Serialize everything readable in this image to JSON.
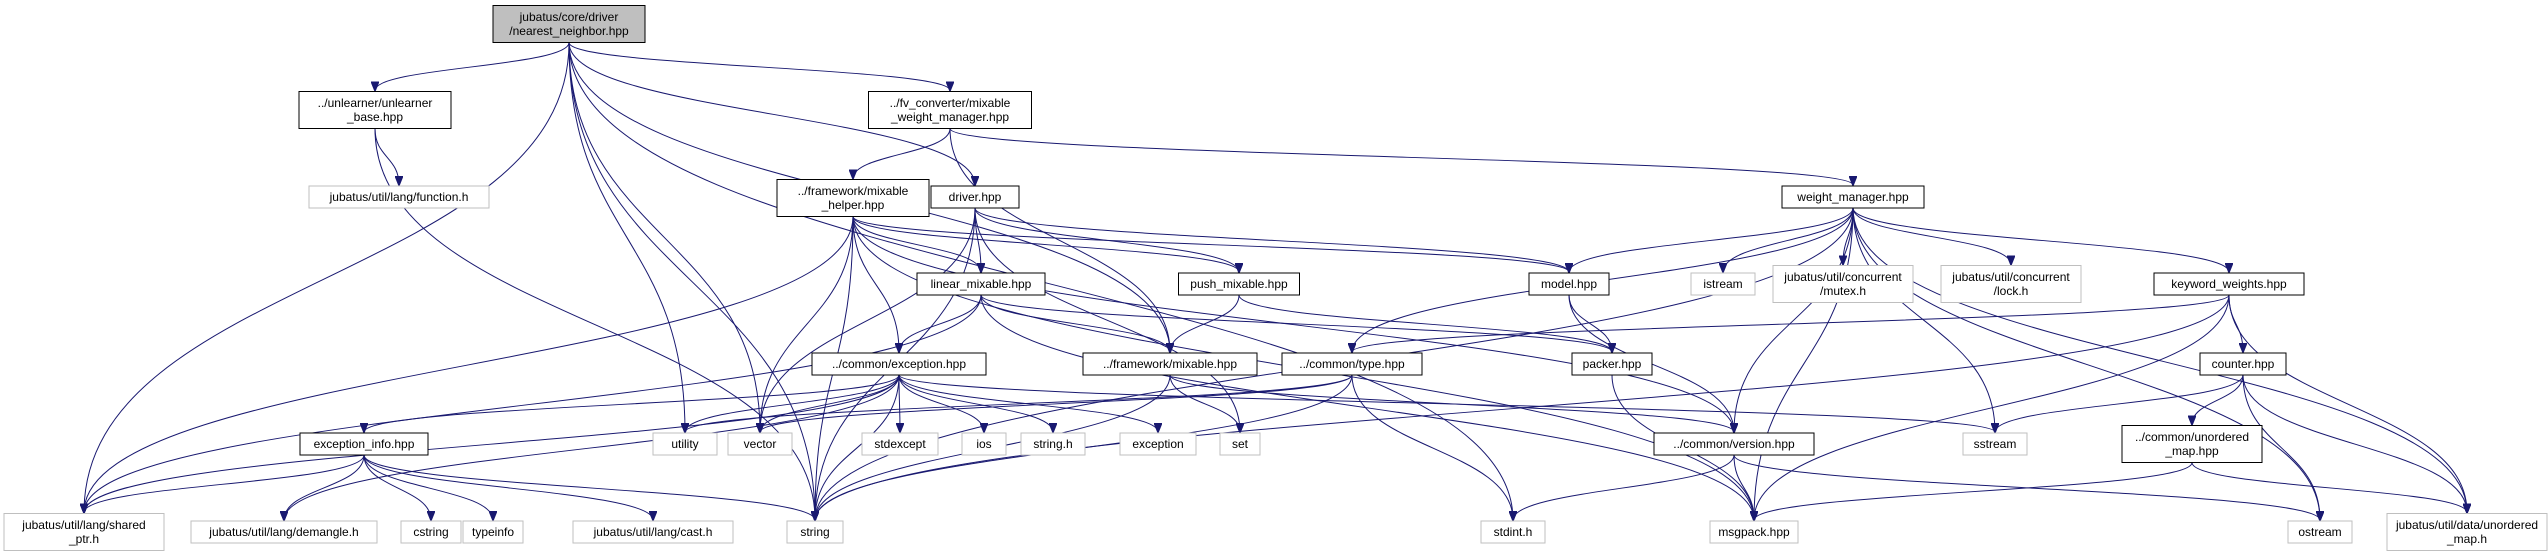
{
  "colors": {
    "edge": "#191970",
    "root_fill": "#bfbfbf",
    "root_border": "#000000",
    "local_border": "#000000",
    "external_border": "#bfbfbf",
    "text": "#000000"
  },
  "nodes": [
    {
      "id": "root",
      "kind": "root",
      "lines": [
        "jubatus/core/driver",
        "/nearest_neighbor.hpp"
      ]
    },
    {
      "id": "unlearner_base",
      "kind": "local",
      "lines": [
        "../unlearner/unlearner",
        "_base.hpp"
      ]
    },
    {
      "id": "mixable_weight_manager",
      "kind": "local",
      "lines": [
        "../fv_converter/mixable",
        "_weight_manager.hpp"
      ]
    },
    {
      "id": "function_h",
      "kind": "external",
      "lines": [
        "jubatus/util/lang/function.h"
      ]
    },
    {
      "id": "mixable_helper",
      "kind": "local",
      "lines": [
        "../framework/mixable",
        "_helper.hpp"
      ]
    },
    {
      "id": "driver_hpp",
      "kind": "local",
      "lines": [
        "driver.hpp"
      ]
    },
    {
      "id": "weight_manager",
      "kind": "local",
      "lines": [
        "weight_manager.hpp"
      ]
    },
    {
      "id": "linear_mixable",
      "kind": "local",
      "lines": [
        "linear_mixable.hpp"
      ]
    },
    {
      "id": "push_mixable",
      "kind": "local",
      "lines": [
        "push_mixable.hpp"
      ]
    },
    {
      "id": "model_hpp",
      "kind": "local",
      "lines": [
        "model.hpp"
      ]
    },
    {
      "id": "istream",
      "kind": "external",
      "lines": [
        "istream"
      ]
    },
    {
      "id": "mutex_h",
      "kind": "external",
      "lines": [
        "jubatus/util/concurrent",
        "/mutex.h"
      ]
    },
    {
      "id": "lock_h",
      "kind": "external",
      "lines": [
        "jubatus/util/concurrent",
        "/lock.h"
      ]
    },
    {
      "id": "keyword_weights",
      "kind": "local",
      "lines": [
        "keyword_weights.hpp"
      ]
    },
    {
      "id": "common_exception",
      "kind": "local",
      "lines": [
        "../common/exception.hpp"
      ]
    },
    {
      "id": "framework_mixable",
      "kind": "local",
      "lines": [
        "../framework/mixable.hpp"
      ]
    },
    {
      "id": "common_type",
      "kind": "local",
      "lines": [
        "../common/type.hpp"
      ]
    },
    {
      "id": "packer_hpp",
      "kind": "local",
      "lines": [
        "packer.hpp"
      ]
    },
    {
      "id": "counter_hpp",
      "kind": "local",
      "lines": [
        "counter.hpp"
      ]
    },
    {
      "id": "exception_info",
      "kind": "local",
      "lines": [
        "exception_info.hpp"
      ]
    },
    {
      "id": "utility",
      "kind": "external",
      "lines": [
        "utility"
      ]
    },
    {
      "id": "vector",
      "kind": "external",
      "lines": [
        "vector"
      ]
    },
    {
      "id": "stdexcept",
      "kind": "external",
      "lines": [
        "stdexcept"
      ]
    },
    {
      "id": "ios",
      "kind": "external",
      "lines": [
        "ios"
      ]
    },
    {
      "id": "string_h",
      "kind": "external",
      "lines": [
        "string.h"
      ]
    },
    {
      "id": "exception",
      "kind": "external",
      "lines": [
        "exception"
      ]
    },
    {
      "id": "set",
      "kind": "external",
      "lines": [
        "set"
      ]
    },
    {
      "id": "common_version",
      "kind": "local",
      "lines": [
        "../common/version.hpp"
      ]
    },
    {
      "id": "sstream",
      "kind": "external",
      "lines": [
        "sstream"
      ]
    },
    {
      "id": "common_unordered_map",
      "kind": "local",
      "lines": [
        "../common/unordered",
        "_map.hpp"
      ]
    },
    {
      "id": "shared_ptr_h",
      "kind": "external",
      "lines": [
        "jubatus/util/lang/shared",
        "_ptr.h"
      ]
    },
    {
      "id": "demangle_h",
      "kind": "external",
      "lines": [
        "jubatus/util/lang/demangle.h"
      ]
    },
    {
      "id": "cstring",
      "kind": "external",
      "lines": [
        "cstring"
      ]
    },
    {
      "id": "typeinfo",
      "kind": "external",
      "lines": [
        "typeinfo"
      ]
    },
    {
      "id": "cast_h",
      "kind": "external",
      "lines": [
        "jubatus/util/lang/cast.h"
      ]
    },
    {
      "id": "string",
      "kind": "external",
      "lines": [
        "string"
      ]
    },
    {
      "id": "stdint_h",
      "kind": "external",
      "lines": [
        "stdint.h"
      ]
    },
    {
      "id": "msgpack_hpp",
      "kind": "external",
      "lines": [
        "msgpack.hpp"
      ]
    },
    {
      "id": "ostream",
      "kind": "external",
      "lines": [
        "ostream"
      ]
    },
    {
      "id": "data_unordered_map_h",
      "kind": "external",
      "lines": [
        "jubatus/util/data/unordered",
        "_map.h"
      ]
    }
  ],
  "edges": [
    [
      "root",
      "unlearner_base"
    ],
    [
      "root",
      "mixable_weight_manager"
    ],
    [
      "root",
      "driver_hpp"
    ],
    [
      "root",
      "utility"
    ],
    [
      "root",
      "vector"
    ],
    [
      "root",
      "string"
    ],
    [
      "root",
      "stdint_h"
    ],
    [
      "root",
      "shared_ptr_h"
    ],
    [
      "root",
      "framework_mixable"
    ],
    [
      "unlearner_base",
      "function_h"
    ],
    [
      "unlearner_base",
      "string"
    ],
    [
      "mixable_weight_manager",
      "mixable_helper"
    ],
    [
      "mixable_weight_manager",
      "weight_manager"
    ],
    [
      "mixable_weight_manager",
      "framework_mixable"
    ],
    [
      "mixable_helper",
      "linear_mixable"
    ],
    [
      "mixable_helper",
      "push_mixable"
    ],
    [
      "mixable_helper",
      "common_exception"
    ],
    [
      "mixable_helper",
      "model_hpp"
    ],
    [
      "mixable_helper",
      "vector"
    ],
    [
      "mixable_helper",
      "string"
    ],
    [
      "mixable_helper",
      "shared_ptr_h"
    ],
    [
      "mixable_helper",
      "msgpack_hpp"
    ],
    [
      "mixable_helper",
      "common_version"
    ],
    [
      "driver_hpp",
      "linear_mixable"
    ],
    [
      "driver_hpp",
      "push_mixable"
    ],
    [
      "driver_hpp",
      "model_hpp"
    ],
    [
      "driver_hpp",
      "vector"
    ],
    [
      "driver_hpp",
      "string"
    ],
    [
      "driver_hpp",
      "set"
    ],
    [
      "weight_manager",
      "model_hpp"
    ],
    [
      "weight_manager",
      "istream"
    ],
    [
      "weight_manager",
      "mutex_h"
    ],
    [
      "weight_manager",
      "lock_h"
    ],
    [
      "weight_manager",
      "keyword_weights"
    ],
    [
      "weight_manager",
      "common_type"
    ],
    [
      "weight_manager",
      "common_version"
    ],
    [
      "weight_manager",
      "string"
    ],
    [
      "weight_manager",
      "sstream"
    ],
    [
      "weight_manager",
      "msgpack_hpp"
    ],
    [
      "weight_manager",
      "ostream"
    ],
    [
      "weight_manager",
      "data_unordered_map_h"
    ],
    [
      "linear_mixable",
      "common_exception"
    ],
    [
      "linear_mixable",
      "framework_mixable"
    ],
    [
      "linear_mixable",
      "packer_hpp"
    ],
    [
      "linear_mixable",
      "shared_ptr_h"
    ],
    [
      "linear_mixable",
      "msgpack_hpp"
    ],
    [
      "push_mixable",
      "framework_mixable"
    ],
    [
      "push_mixable",
      "packer_hpp"
    ],
    [
      "model_hpp",
      "packer_hpp"
    ],
    [
      "model_hpp",
      "common_version"
    ],
    [
      "keyword_weights",
      "counter_hpp"
    ],
    [
      "keyword_weights",
      "common_type"
    ],
    [
      "keyword_weights",
      "msgpack_hpp"
    ],
    [
      "keyword_weights",
      "string"
    ],
    [
      "keyword_weights",
      "data_unordered_map_h"
    ],
    [
      "common_exception",
      "exception_info"
    ],
    [
      "common_exception",
      "utility"
    ],
    [
      "common_exception",
      "vector"
    ],
    [
      "common_exception",
      "stdexcept"
    ],
    [
      "common_exception",
      "ios"
    ],
    [
      "common_exception",
      "string_h"
    ],
    [
      "common_exception",
      "exception"
    ],
    [
      "common_exception",
      "sstream"
    ],
    [
      "common_exception",
      "shared_ptr_h"
    ],
    [
      "common_exception",
      "demangle_h"
    ],
    [
      "common_exception",
      "string"
    ],
    [
      "framework_mixable",
      "set"
    ],
    [
      "framework_mixable",
      "string"
    ],
    [
      "framework_mixable",
      "common_version"
    ],
    [
      "common_type",
      "utility"
    ],
    [
      "common_type",
      "vector"
    ],
    [
      "common_type",
      "stdint_h"
    ],
    [
      "common_type",
      "string"
    ],
    [
      "packer_hpp",
      "msgpack_hpp"
    ],
    [
      "counter_hpp",
      "common_unordered_map"
    ],
    [
      "counter_hpp",
      "sstream"
    ],
    [
      "counter_hpp",
      "ostream"
    ],
    [
      "counter_hpp",
      "data_unordered_map_h"
    ],
    [
      "exception_info",
      "shared_ptr_h"
    ],
    [
      "exception_info",
      "demangle_h"
    ],
    [
      "exception_info",
      "cstring"
    ],
    [
      "exception_info",
      "typeinfo"
    ],
    [
      "exception_info",
      "cast_h"
    ],
    [
      "exception_info",
      "string"
    ],
    [
      "common_version",
      "stdint_h"
    ],
    [
      "common_version",
      "msgpack_hpp"
    ],
    [
      "common_version",
      "ostream"
    ],
    [
      "common_unordered_map",
      "msgpack_hpp"
    ],
    [
      "common_unordered_map",
      "data_unordered_map_h"
    ]
  ]
}
